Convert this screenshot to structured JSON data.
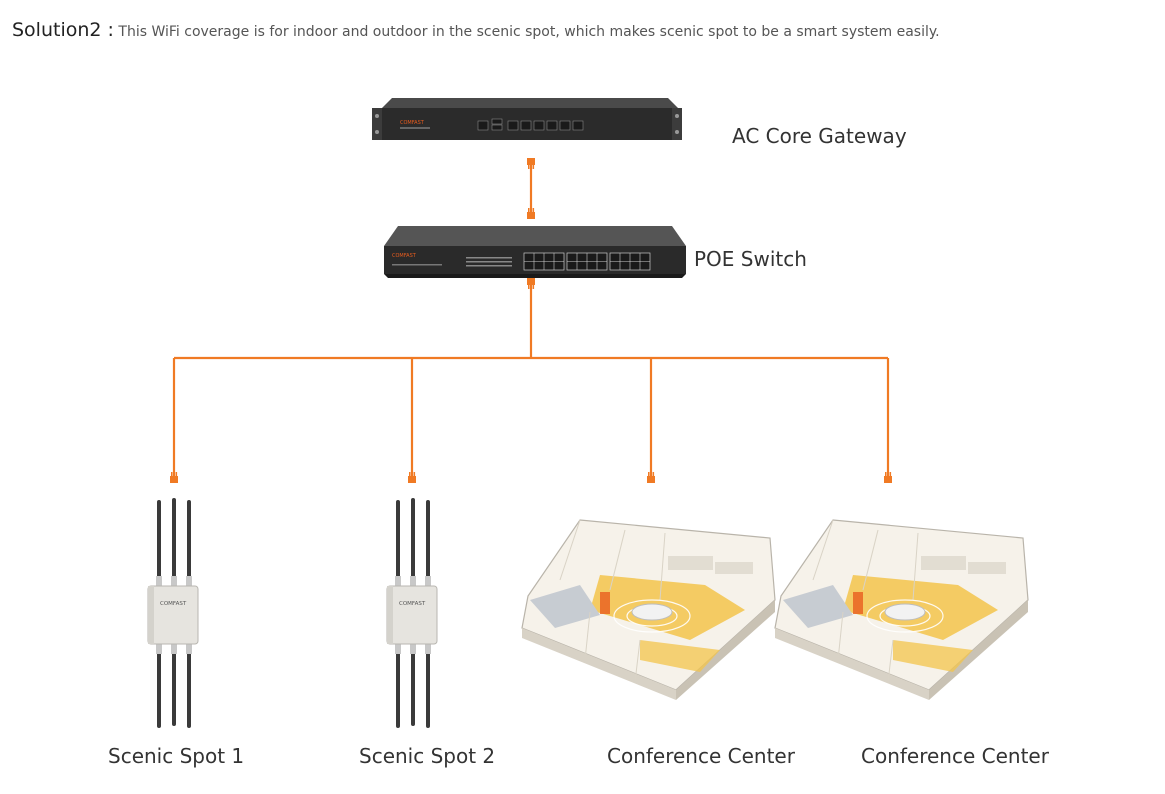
{
  "header": {
    "title": "Solution2 :",
    "description": "This WiFi coverage is for indoor and outdoor in the scenic spot, which makes scenic spot to be a smart system easily."
  },
  "devices": {
    "gateway": {
      "label": "AC Core Gateway",
      "brand": "COMFAST"
    },
    "switch": {
      "label": "POE Switch",
      "brand": "COMFAST"
    }
  },
  "endpoints": [
    {
      "label": "Scenic Spot 1",
      "kind": "outdoor-ap",
      "brand": "COMFAST"
    },
    {
      "label": "Scenic Spot 2",
      "kind": "outdoor-ap",
      "brand": "COMFAST"
    },
    {
      "label": "Conference Center",
      "kind": "indoor-floorplan"
    },
    {
      "label": "Conference Center",
      "kind": "indoor-floorplan"
    }
  ],
  "colors": {
    "cable": "#f07a24",
    "device_dark": "#2a2a2a",
    "brand_accent": "#e85c1e",
    "floor": "#f3c44b"
  }
}
